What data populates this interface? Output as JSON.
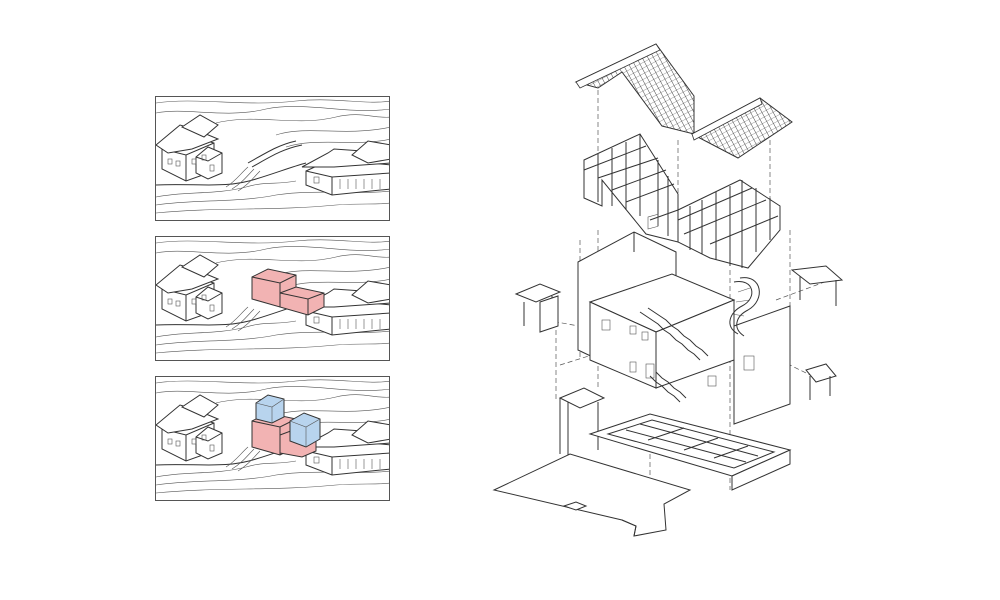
{
  "figure": {
    "site_panels": [
      {
        "step": 1,
        "additions": []
      },
      {
        "step": 2,
        "additions": [
          "main-volume"
        ]
      },
      {
        "step": 3,
        "additions": [
          "main-volume",
          "upper-volumes"
        ]
      }
    ],
    "colors": {
      "main_volume": "#f2b3b3",
      "upper_volume": "#b8d4ee",
      "line": "#333333",
      "background": "#ffffff"
    },
    "exploded_layers": [
      "roof",
      "roof-structure",
      "walls-and-stairs",
      "floor-frame",
      "ground-slab"
    ]
  }
}
